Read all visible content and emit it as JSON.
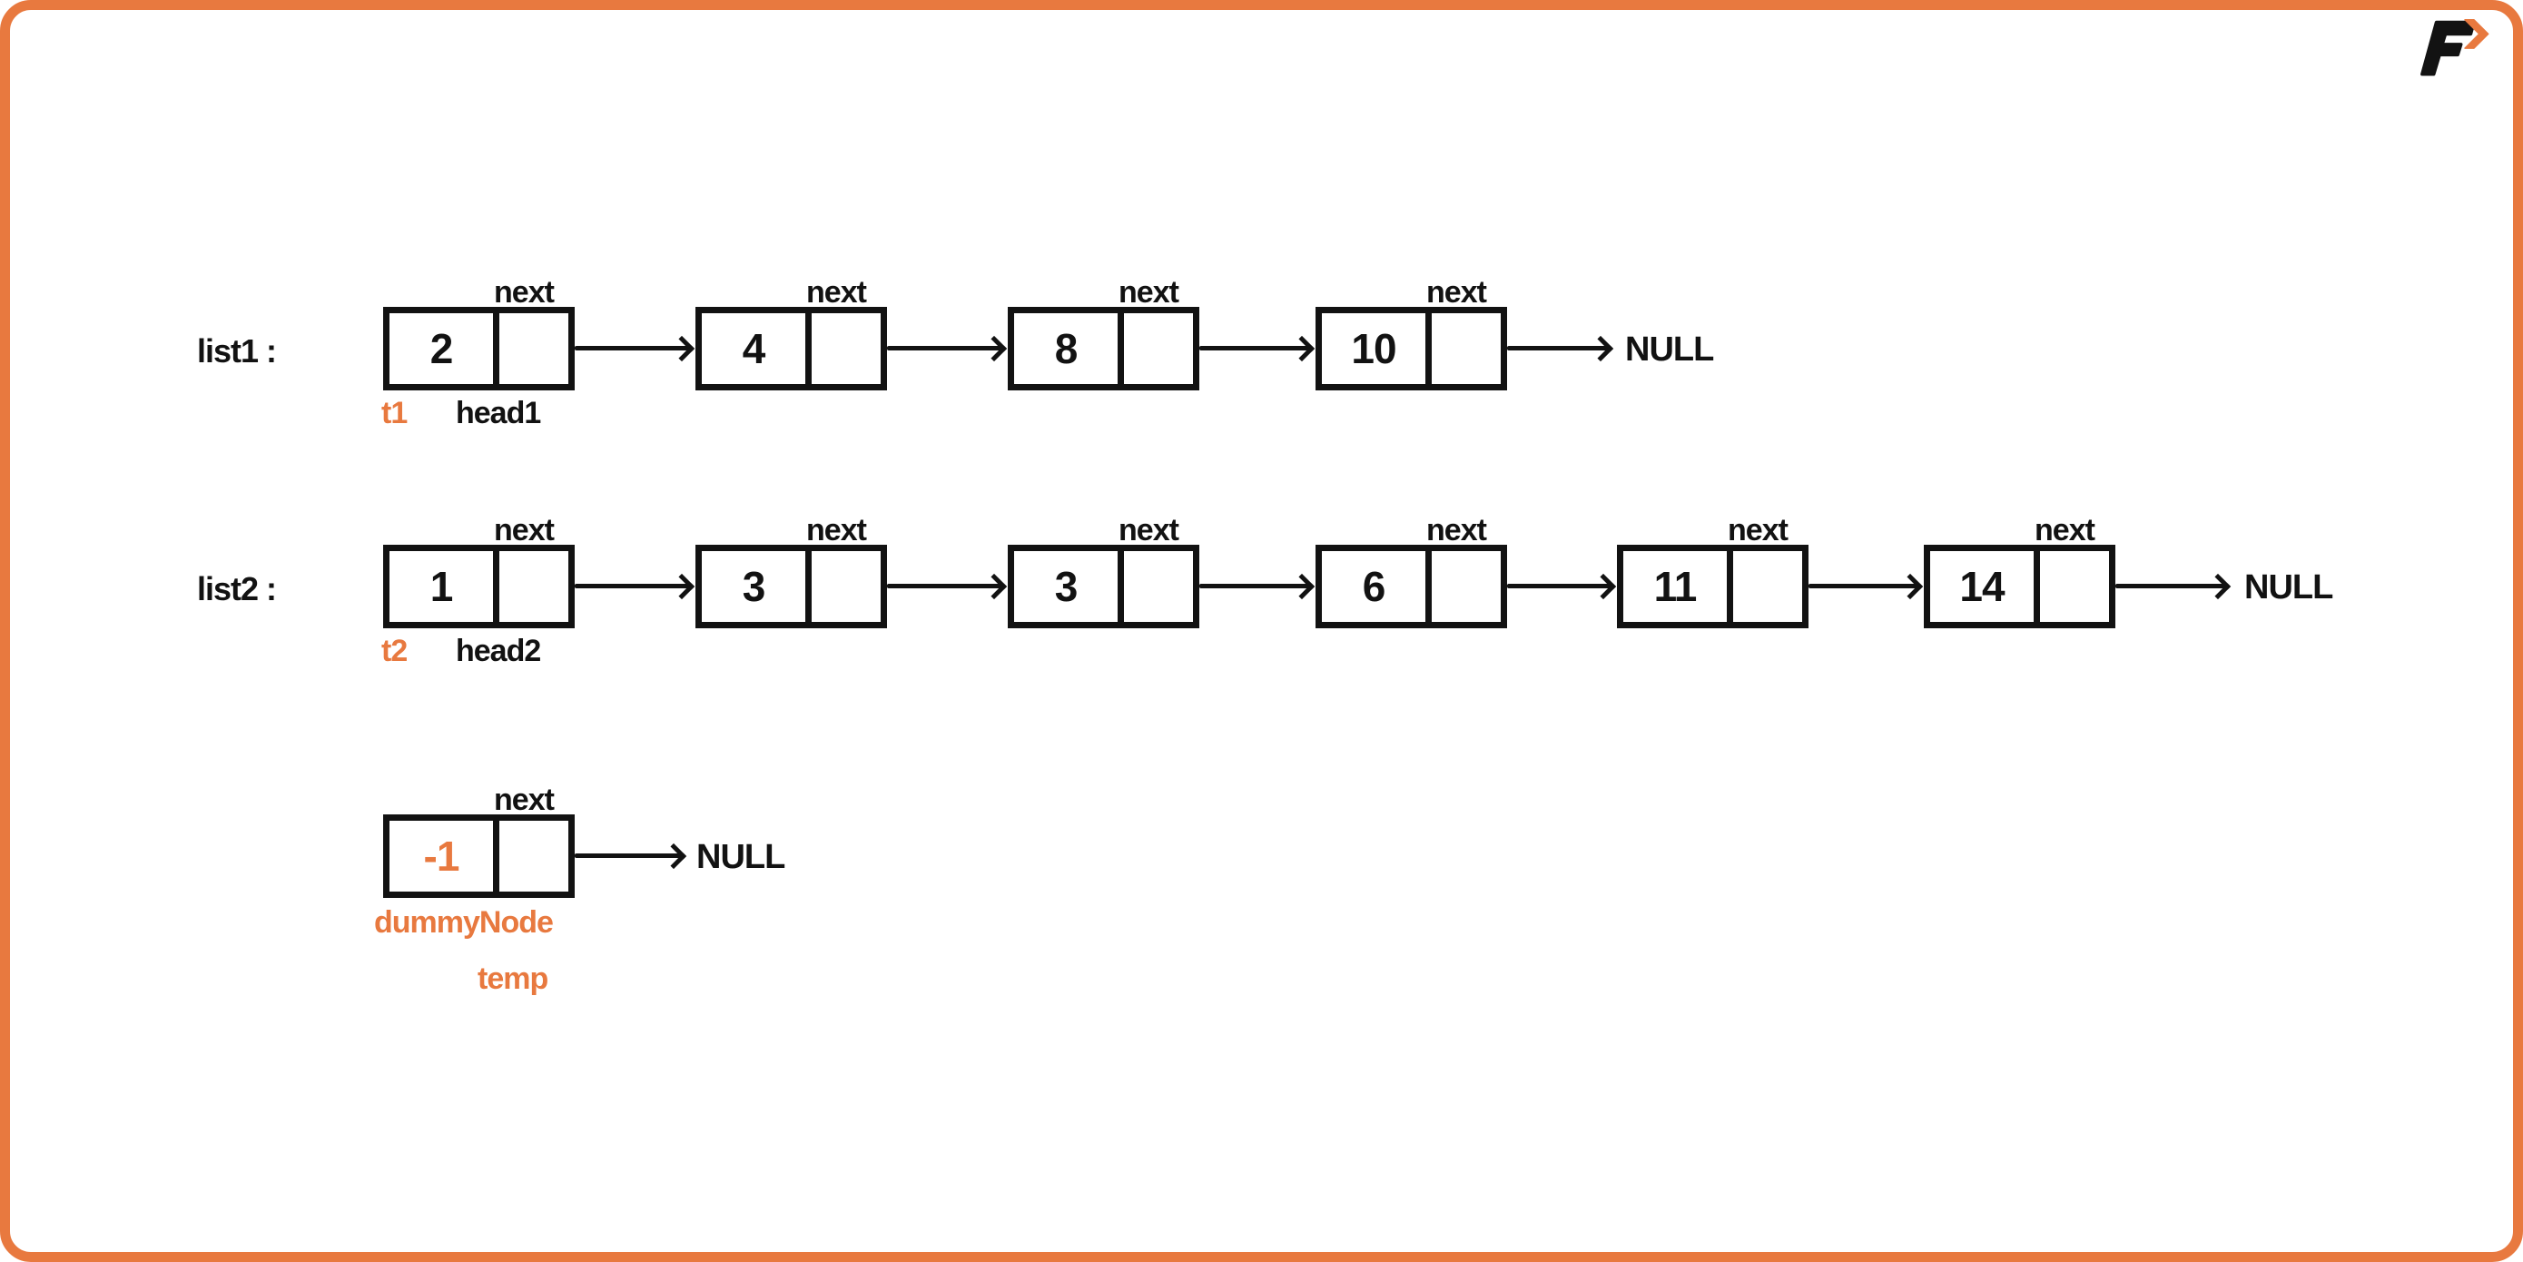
{
  "colors": {
    "accent": "#E8793F",
    "ink": "#121212"
  },
  "logo": {
    "glyph": "F",
    "icon": "chevron-right"
  },
  "labels": {
    "next": "next"
  },
  "lists": [
    {
      "name": "list1 :",
      "nodes": [
        "2",
        "4",
        "8",
        "10"
      ],
      "tail": "NULL",
      "iterator_label": "t1",
      "head_label": "head1"
    },
    {
      "name": "list2 :",
      "nodes": [
        "1",
        "3",
        "3",
        "6",
        "11",
        "14"
      ],
      "tail": "NULL",
      "iterator_label": "t2",
      "head_label": "head2"
    }
  ],
  "dummy": {
    "value": "-1",
    "node_label": "dummyNode",
    "pointer_label": "temp",
    "tail": "NULL"
  }
}
